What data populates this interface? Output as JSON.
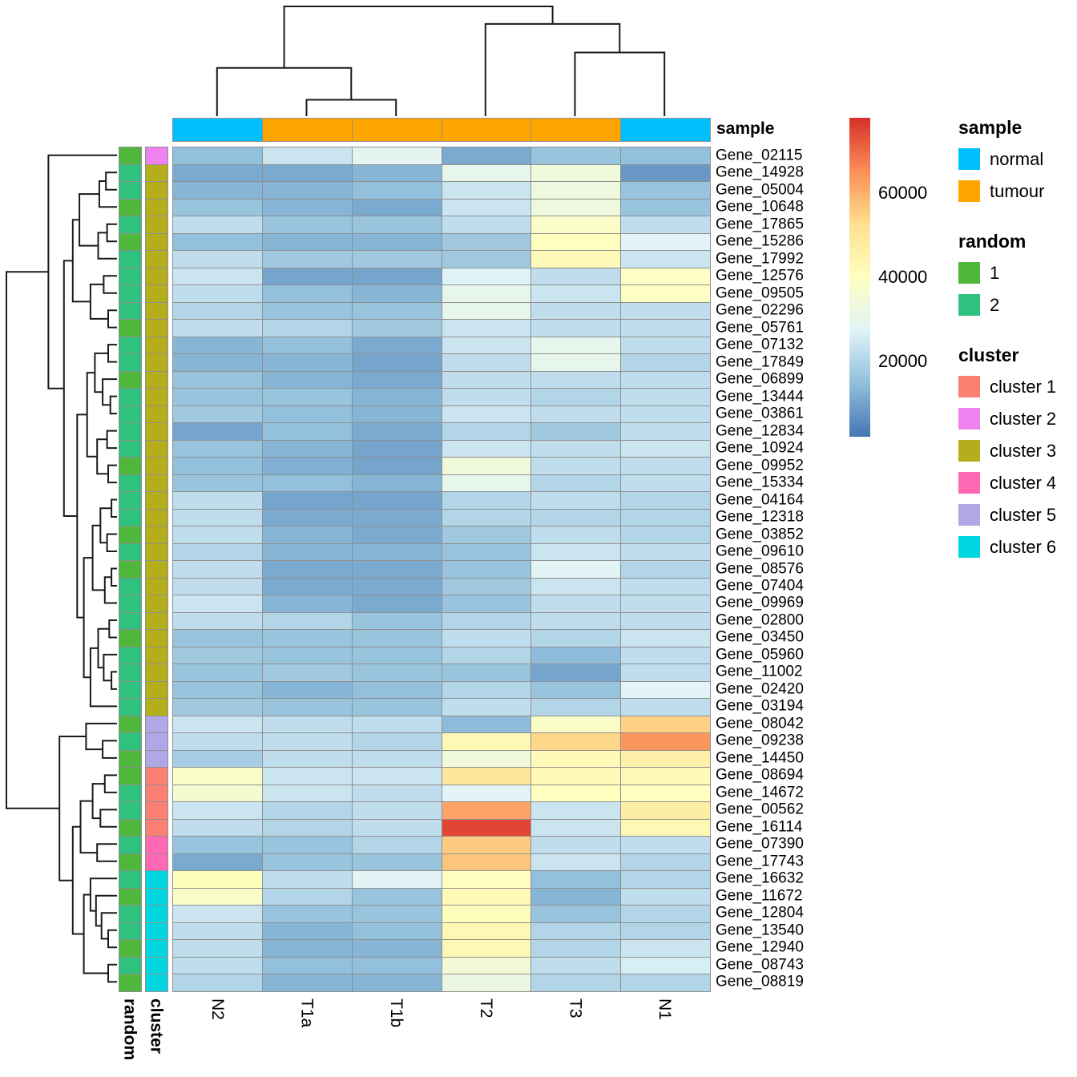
{
  "labels": {
    "sample_bar": "sample",
    "random_col": "random",
    "cluster_col": "cluster"
  },
  "chart_data": {
    "type": "heatmap",
    "columns": [
      "N2",
      "T1a",
      "T1b",
      "T2",
      "T3",
      "N1"
    ],
    "rows": [
      "Gene_02115",
      "Gene_14928",
      "Gene_05004",
      "Gene_10648",
      "Gene_17865",
      "Gene_15286",
      "Gene_17992",
      "Gene_12576",
      "Gene_09505",
      "Gene_02296",
      "Gene_05761",
      "Gene_07132",
      "Gene_17849",
      "Gene_06899",
      "Gene_13444",
      "Gene_03861",
      "Gene_12834",
      "Gene_10924",
      "Gene_09952",
      "Gene_15334",
      "Gene_04164",
      "Gene_12318",
      "Gene_03852",
      "Gene_09610",
      "Gene_08576",
      "Gene_07404",
      "Gene_09969",
      "Gene_02800",
      "Gene_03450",
      "Gene_05960",
      "Gene_11002",
      "Gene_02420",
      "Gene_03194",
      "Gene_08042",
      "Gene_09238",
      "Gene_14450",
      "Gene_08694",
      "Gene_14672",
      "Gene_00562",
      "Gene_16114",
      "Gene_07390",
      "Gene_17743",
      "Gene_16632",
      "Gene_11672",
      "Gene_12804",
      "Gene_13540",
      "Gene_12940",
      "Gene_08743",
      "Gene_08819"
    ],
    "values": [
      [
        15000,
        24000,
        29000,
        11000,
        16000,
        15000
      ],
      [
        11000,
        11000,
        13000,
        30000,
        34000,
        8000
      ],
      [
        13000,
        13000,
        15000,
        24000,
        33000,
        16000
      ],
      [
        16000,
        13000,
        11000,
        24000,
        33000,
        16000
      ],
      [
        22000,
        16000,
        16000,
        22000,
        38000,
        22000
      ],
      [
        15000,
        13000,
        13000,
        17000,
        40000,
        28000
      ],
      [
        22000,
        17000,
        17000,
        17000,
        42000,
        24000
      ],
      [
        24000,
        10000,
        10000,
        27000,
        22000,
        39000
      ],
      [
        22000,
        15000,
        13000,
        30000,
        24000,
        39000
      ],
      [
        20000,
        16000,
        16000,
        30000,
        22000,
        22000
      ],
      [
        22000,
        20000,
        17000,
        24000,
        22000,
        22000
      ],
      [
        13000,
        15000,
        11000,
        24000,
        30000,
        22000
      ],
      [
        13000,
        13000,
        10000,
        22000,
        30000,
        20000
      ],
      [
        16000,
        13000,
        11000,
        22000,
        22000,
        22000
      ],
      [
        16000,
        16000,
        13000,
        22000,
        20000,
        22000
      ],
      [
        17000,
        15000,
        13000,
        24000,
        22000,
        22000
      ],
      [
        10000,
        15000,
        11000,
        20000,
        17000,
        22000
      ],
      [
        16000,
        13000,
        10000,
        24000,
        22000,
        24000
      ],
      [
        15000,
        12000,
        10000,
        34000,
        22000,
        22000
      ],
      [
        16000,
        15000,
        13000,
        30000,
        20000,
        22000
      ],
      [
        22000,
        10000,
        10000,
        20000,
        22000,
        20000
      ],
      [
        22000,
        11000,
        11000,
        20000,
        20000,
        20000
      ],
      [
        22000,
        13000,
        11000,
        17000,
        22000,
        20000
      ],
      [
        20000,
        13000,
        13000,
        16000,
        24000,
        22000
      ],
      [
        22000,
        11000,
        11000,
        16000,
        28000,
        20000
      ],
      [
        22000,
        11000,
        11000,
        17000,
        24000,
        22000
      ],
      [
        24000,
        13000,
        11000,
        16000,
        22000,
        22000
      ],
      [
        22000,
        20000,
        16000,
        20000,
        22000,
        22000
      ],
      [
        16000,
        16000,
        16000,
        22000,
        20000,
        24000
      ],
      [
        17000,
        16000,
        16000,
        20000,
        14000,
        22000
      ],
      [
        16000,
        17000,
        16000,
        16000,
        10000,
        22000
      ],
      [
        16000,
        13000,
        15000,
        20000,
        16000,
        28000
      ],
      [
        17000,
        16000,
        16000,
        22000,
        20000,
        22000
      ],
      [
        24000,
        22000,
        22000,
        14000,
        38000,
        55000
      ],
      [
        22000,
        22000,
        20000,
        43000,
        54000,
        64000
      ],
      [
        18000,
        22000,
        22000,
        34000,
        42000,
        46000
      ],
      [
        38000,
        24000,
        24000,
        50000,
        42000,
        42000
      ],
      [
        36000,
        24000,
        22000,
        28000,
        40000,
        40000
      ],
      [
        24000,
        20000,
        22000,
        62000,
        24000,
        47000
      ],
      [
        22000,
        20000,
        22000,
        75000,
        24000,
        43000
      ],
      [
        16000,
        16000,
        20000,
        56000,
        22000,
        22000
      ],
      [
        11000,
        16000,
        16000,
        57000,
        24000,
        20000
      ],
      [
        41000,
        22000,
        28000,
        40000,
        15000,
        20000
      ],
      [
        38000,
        20000,
        16000,
        42000,
        13000,
        22000
      ],
      [
        24000,
        16000,
        16000,
        41000,
        16000,
        20000
      ],
      [
        22000,
        13000,
        15000,
        43000,
        20000,
        20000
      ],
      [
        22000,
        13000,
        13000,
        43000,
        20000,
        24000
      ],
      [
        22000,
        15000,
        15000,
        35000,
        22000,
        26000
      ],
      [
        20000,
        13000,
        13000,
        32000,
        20000,
        20000
      ]
    ],
    "scale": {
      "min": 2000,
      "max": 78000,
      "ticks": [
        20000,
        40000,
        60000
      ],
      "colors": [
        "#4575b4",
        "#91bfdb",
        "#e0f3f8",
        "#ffffbf",
        "#fee090",
        "#fc8d59",
        "#d73027"
      ]
    },
    "col_annotation": {
      "name": "sample",
      "values": [
        "normal",
        "tumour",
        "tumour",
        "tumour",
        "tumour",
        "normal"
      ]
    },
    "row_annotations": {
      "random": [
        "1",
        "2",
        "2",
        "1",
        "2",
        "1",
        "2",
        "2",
        "2",
        "2",
        "1",
        "2",
        "2",
        "1",
        "2",
        "2",
        "2",
        "2",
        "1",
        "2",
        "2",
        "2",
        "1",
        "2",
        "1",
        "2",
        "2",
        "2",
        "1",
        "2",
        "2",
        "2",
        "2",
        "1",
        "2",
        "1",
        "1",
        "2",
        "2",
        "1",
        "2",
        "1",
        "2",
        "1",
        "2",
        "2",
        "1",
        "2",
        "1"
      ],
      "cluster": [
        "cluster 2",
        "cluster 3",
        "cluster 3",
        "cluster 3",
        "cluster 3",
        "cluster 3",
        "cluster 3",
        "cluster 3",
        "cluster 3",
        "cluster 3",
        "cluster 3",
        "cluster 3",
        "cluster 3",
        "cluster 3",
        "cluster 3",
        "cluster 3",
        "cluster 3",
        "cluster 3",
        "cluster 3",
        "cluster 3",
        "cluster 3",
        "cluster 3",
        "cluster 3",
        "cluster 3",
        "cluster 3",
        "cluster 3",
        "cluster 3",
        "cluster 3",
        "cluster 3",
        "cluster 3",
        "cluster 3",
        "cluster 3",
        "cluster 3",
        "cluster 5",
        "cluster 5",
        "cluster 5",
        "cluster 1",
        "cluster 1",
        "cluster 1",
        "cluster 1",
        "cluster 4",
        "cluster 4",
        "cluster 6",
        "cluster 6",
        "cluster 6",
        "cluster 6",
        "cluster 6",
        "cluster 6",
        "cluster 6"
      ]
    },
    "annotation_colors": {
      "sample": {
        "normal": "#00bfff",
        "tumour": "#ffa500"
      },
      "random": {
        "1": "#4fb73c",
        "2": "#2ec27e"
      },
      "cluster": {
        "cluster 1": "#fa8072",
        "cluster 2": "#ee82ee",
        "cluster 3": "#b5ae1c",
        "cluster 4": "#ff69b4",
        "cluster 5": "#b0a7e6",
        "cluster 6": "#00d5e0"
      }
    },
    "col_dendrogram": [
      1.0,
      [
        0.44,
        0,
        [
          0.15,
          1,
          2
        ]
      ],
      [
        0.84,
        3,
        [
          0.58,
          4,
          5
        ]
      ]
    ],
    "row_dendrogram": [
      1.0,
      [
        0.62,
        0,
        [
          0.48,
          [
            0.4,
            [
              0.34,
              [
                0.16,
                [
                  0.1,
                  1,
                  2
                ],
                3
              ],
              [
                0.17,
                [
                  0.09,
                  4,
                  5
                ],
                6
              ]
            ],
            [
              0.24,
              [
                0.12,
                7,
                8
              ],
              [
                0.08,
                9,
                10
              ]
            ]
          ],
          [
            0.36,
            [
              0.27,
              [
                0.2,
                [
                  0.08,
                  11,
                  12
                ],
                [
                  0.13,
                  13,
                  [
                    0.06,
                    14,
                    15
                  ]
                ]
              ],
              [
                0.18,
                [
                  0.09,
                  16,
                  17
                ],
                [
                  0.08,
                  18,
                  19
                ]
              ]
            ],
            [
              0.3,
              [
                0.22,
                [
                  0.15,
                  [
                    0.05,
                    20,
                    21
                  ],
                  [
                    0.09,
                    22,
                    23
                  ]
                ],
                [
                  0.11,
                  [
                    0.05,
                    24,
                    25
                  ],
                  26
                ]
              ],
              [
                0.24,
                [
                  0.17,
                  [
                    0.07,
                    27,
                    28
                  ],
                  [
                    0.12,
                    29,
                    [
                      0.05,
                      30,
                      31
                    ]
                  ]
                ],
                32
              ]
            ]
          ]
        ]
      ],
      [
        0.52,
        [
          0.28,
          33,
          [
            0.13,
            34,
            35
          ]
        ],
        [
          0.4,
          [
            0.33,
            [
              0.22,
              [
                0.11,
                36,
                37
              ],
              [
                0.15,
                38,
                39
              ]
            ],
            [
              0.18,
              40,
              41
            ]
          ],
          [
            0.3,
            [
              0.24,
              42,
              [
                0.19,
                43,
                [
                  0.14,
                  44,
                  [
                    0.08,
                    45,
                    46
                  ]
                ]
              ]
            ],
            [
              0.08,
              47,
              48
            ]
          ]
        ]
      ]
    ]
  },
  "legends": {
    "sample": {
      "title": "sample",
      "items": [
        {
          "label": "normal",
          "color": "#00bfff"
        },
        {
          "label": "tumour",
          "color": "#ffa500"
        }
      ]
    },
    "random": {
      "title": "random",
      "items": [
        {
          "label": "1",
          "color": "#4fb73c"
        },
        {
          "label": "2",
          "color": "#2ec27e"
        }
      ]
    },
    "cluster": {
      "title": "cluster",
      "items": [
        {
          "label": "cluster 1",
          "color": "#fa8072"
        },
        {
          "label": "cluster 2",
          "color": "#ee82ee"
        },
        {
          "label": "cluster 3",
          "color": "#b5ae1c"
        },
        {
          "label": "cluster 4",
          "color": "#ff69b4"
        },
        {
          "label": "cluster 5",
          "color": "#b0a7e6"
        },
        {
          "label": "cluster 6",
          "color": "#00d5e0"
        }
      ]
    }
  }
}
